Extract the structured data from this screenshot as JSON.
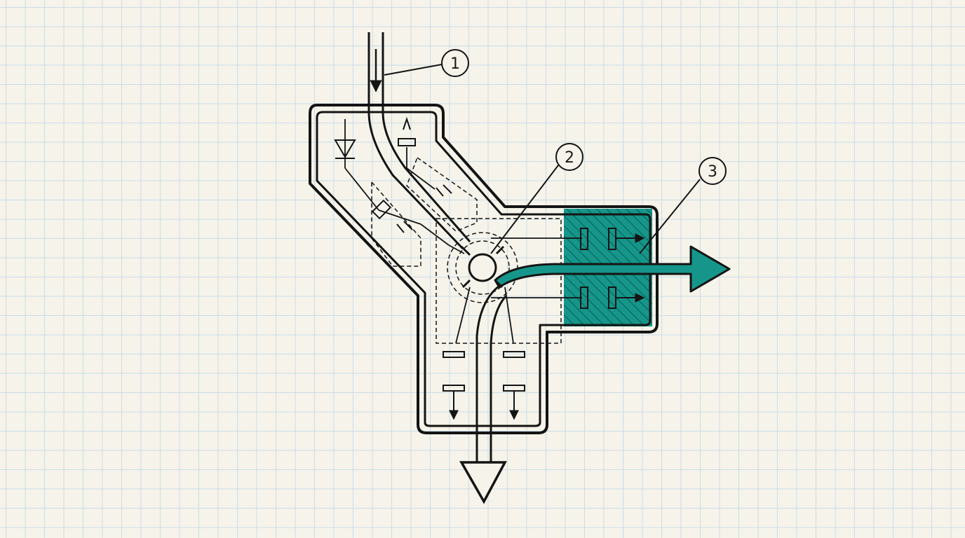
{
  "diagram": {
    "callouts": [
      {
        "label": "1",
        "refers_to": "inlet-pipe"
      },
      {
        "label": "2",
        "refers_to": "junction-valve"
      },
      {
        "label": "3",
        "refers_to": "teal-outlet"
      }
    ],
    "colors": {
      "background": "#f6f3ea",
      "grid": "#c9dde6",
      "ink": "#141414",
      "accent_teal": "#16968a"
    }
  }
}
